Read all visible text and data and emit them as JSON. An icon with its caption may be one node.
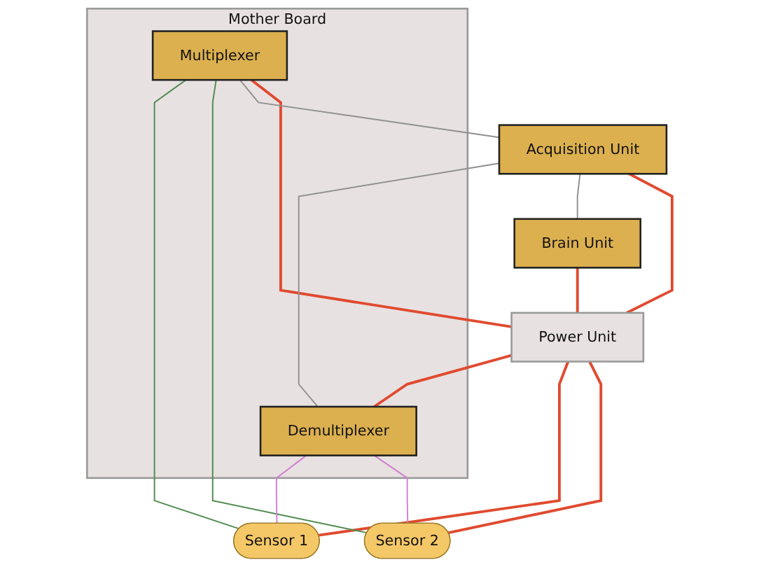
{
  "diagram": {
    "nodes": [
      {
        "text": [
          "Mother Board"
        ]
      },
      {
        "text": [
          "Multiplexer"
        ],
        "in": 0
      },
      {
        "text": [
          "Demultiplexer"
        ],
        "in": 0
      },
      {
        "text": [
          "Sensor 1"
        ]
      },
      {
        "text": [
          "Sensor 2"
        ]
      },
      {
        "text": [
          "Acquisition Unit"
        ]
      },
      {
        "text": [
          "Brain Unit"
        ]
      },
      {
        "text": [
          "Power Unit"
        ]
      }
    ],
    "edges": [
      {
        "from": 7,
        "to": 3,
        "arrow": "none"
      },
      {
        "from": 7,
        "to": 4,
        "arrow": "none"
      },
      {
        "from": 7,
        "to": 1,
        "arrow": "none"
      },
      {
        "from": 7,
        "to": 2,
        "arrow": "none"
      },
      {
        "from": 7,
        "to": 5,
        "arrow": "none"
      },
      {
        "from": 6,
        "to": 7,
        "arrow": "none"
      },
      {
        "from": 1,
        "to": 3,
        "arrow": "none",
        "color": "#4f8a4f"
      },
      {
        "from": 1,
        "to": 4,
        "arrow": "none",
        "color": "#4f8a4f"
      },
      {
        "from": 2,
        "to": 3,
        "arrow": "none",
        "color": "#d080d0"
      },
      {
        "from": 2,
        "to": 4,
        "arrow": "none",
        "color": "#d080d0"
      },
      {
        "from": 1,
        "to": 5,
        "arrow": "none",
        "color": "#909090"
      },
      {
        "from": 2,
        "to": 5,
        "arrow": "none",
        "color": "#909090"
      },
      {
        "from": 5,
        "to": 6,
        "arrow": "none",
        "color": "#909090"
      }
    ]
  }
}
